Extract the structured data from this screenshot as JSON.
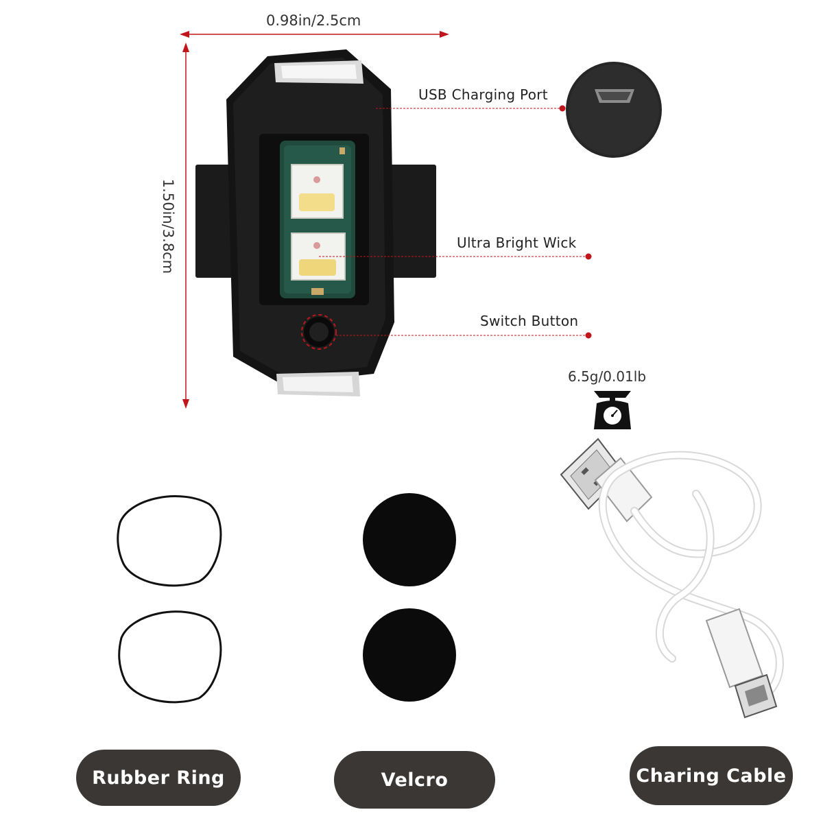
{
  "dimensions": {
    "width_label": "0.98in/2.5cm",
    "height_label": "1.50in/3.8cm"
  },
  "callouts": {
    "usb_port": "USB Charging Port",
    "wick": "Ultra Bright Wick",
    "switch": "Switch Button"
  },
  "weight": {
    "label": "6.5g/0.01lb",
    "icon": "scale-icon"
  },
  "accessories": [
    {
      "label": "Rubber Ring"
    },
    {
      "label": "Velcro"
    },
    {
      "label": "Charing Cable"
    }
  ],
  "colors": {
    "dimension_arrow": "#c0161b",
    "callout_dot": "#c0161b",
    "pill_bg": "#3a3735",
    "device_body": "#161616"
  }
}
